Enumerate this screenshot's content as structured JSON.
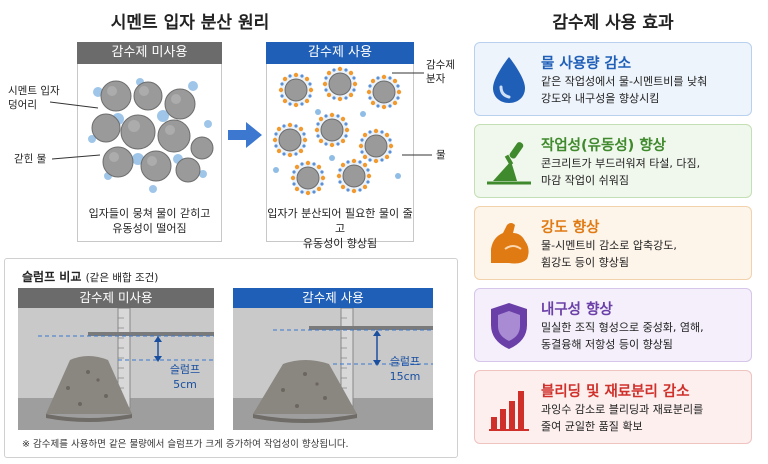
{
  "left_title": "시멘트 입자 분산 원리",
  "right_title": "감수제 사용 효과",
  "panel_without": {
    "header": "감수제 미사용",
    "label_agglomerate": "시멘트 입자\n덩어리",
    "label_trapped": "갇힌 물",
    "caption": "입자들이 뭉쳐 물이 갇히고\n유동성이 떨어짐"
  },
  "panel_with": {
    "header": "감수제 사용",
    "label_admixture": "감수제\n분자",
    "label_water": "물",
    "caption": "입자가 분산되어 필요한 물이 줄고\n유동성이 향상됨"
  },
  "effects": [
    {
      "title": "물 사용량 감소",
      "desc": "같은 작업성에서 물-시멘트비를 낮춰\n강도와 내구성을 향상시킴",
      "icon": "water-drop-icon",
      "color": "#1f5fb8",
      "bg": "#eef4fc",
      "border": "#b9d0ee"
    },
    {
      "title": "작업성(유동성) 향상",
      "desc": "콘크리트가 부드러워져 타설, 다짐,\n마감 작업이 쉬워짐",
      "icon": "trowel-icon",
      "color": "#3f8a2c",
      "bg": "#f0f7ec",
      "border": "#c3dfb4"
    },
    {
      "title": "강도 향상",
      "desc": "물-시멘트비 감소로 압축강도,\n휨강도 등이 향상됨",
      "icon": "muscle-arm-icon",
      "color": "#e07a12",
      "bg": "#fdf4ea",
      "border": "#f2d2ac"
    },
    {
      "title": "내구성 향상",
      "desc": "밀실한 조직 형성으로 중성화, 염해,\n동결융해 저항성 등이 향상됨",
      "icon": "shield-icon",
      "color": "#6b3fa8",
      "bg": "#f4effa",
      "border": "#d6c6ea"
    },
    {
      "title": "블리딩 및 재료분리 감소",
      "desc": "과잉수 감소로 블리딩과 재료분리를\n줄여 균일한 품질 확보",
      "icon": "bar-chart-icon",
      "color": "#d0302a",
      "bg": "#fcefee",
      "border": "#eec3c0"
    }
  ],
  "slump": {
    "title": "슬럼프 비교",
    "subtitle": "(같은 배합 조건)",
    "without_header": "감수제 미사용",
    "with_header": "감수제 사용",
    "without_label": "슬럼프\n5cm",
    "with_label": "슬럼프\n15cm",
    "note": "※ 감수제를 사용하면 같은 물량에서 슬럼프가 크게 증가하여 작업성이 향상됩니다."
  },
  "colors": {
    "gray_header": "#6b6b6b",
    "blue_header": "#1f5fb8",
    "arrow": "#3c78d0"
  }
}
